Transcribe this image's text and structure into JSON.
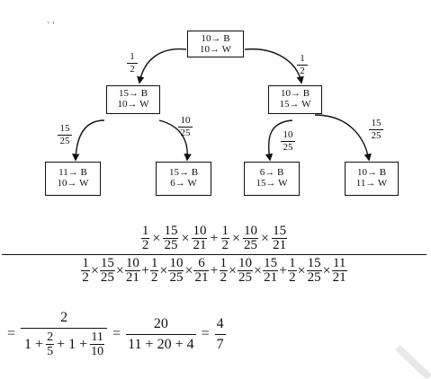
{
  "tree": {
    "root": {
      "line1": "10→ B",
      "line2": "10→ W"
    },
    "left": {
      "line1": "15→ B",
      "line2": "10→ W"
    },
    "right": {
      "line1": "10→ B",
      "line2": "15→ W"
    },
    "ll": {
      "line1": "11→ B",
      "line2": "10→ W"
    },
    "lr": {
      "line1": "15→ B",
      "line2": "6→ W"
    },
    "rl": {
      "line1": "6→ B",
      "line2": "15→ W"
    },
    "rr": {
      "line1": "10→ B",
      "line2": "11→ W"
    },
    "labels": {
      "root_left": {
        "num": "1",
        "den": "2"
      },
      "root_right": {
        "num": "1",
        "den": "2"
      },
      "left_left": {
        "num": "15",
        "den": "25"
      },
      "left_right": {
        "num": "10",
        "den": "25"
      },
      "right_left": {
        "num": "10",
        "den": "25"
      },
      "right_right": {
        "num": "15",
        "den": "25"
      }
    }
  },
  "corner_mark": "` ʼ",
  "equation": {
    "numerator": [
      {
        "n": "1",
        "d": "2"
      },
      "×",
      {
        "n": "15",
        "d": "25"
      },
      "×",
      {
        "n": "10",
        "d": "21"
      },
      "+",
      {
        "n": "1",
        "d": "2"
      },
      "×",
      {
        "n": "10",
        "d": "25"
      },
      "×",
      {
        "n": "15",
        "d": "21"
      }
    ],
    "denominator": [
      {
        "n": "1",
        "d": "2"
      },
      "×",
      {
        "n": "15",
        "d": "25"
      },
      "×",
      {
        "n": "10",
        "d": "21"
      },
      "+",
      {
        "n": "1",
        "d": "2"
      },
      "×",
      {
        "n": "10",
        "d": "25"
      },
      "×",
      {
        "n": "6",
        "d": "21"
      },
      "+",
      {
        "n": "1",
        "d": "2"
      },
      "×",
      {
        "n": "10",
        "d": "25"
      },
      "×",
      {
        "n": "15",
        "d": "21"
      },
      "+",
      {
        "n": "1",
        "d": "2"
      },
      "×",
      {
        "n": "15",
        "d": "25"
      },
      "×",
      {
        "n": "11",
        "d": "21"
      }
    ],
    "line2": {
      "eq1": "=",
      "frac1_num": "2",
      "frac1_den_parts": [
        "1 + ",
        {
          "n": "2",
          "d": "5"
        },
        " + 1 + ",
        {
          "n": "11",
          "d": "10"
        }
      ],
      "eq2": "=",
      "frac2_num": "20",
      "frac2_den": "11 + 20 + 4",
      "eq3": "=",
      "frac3_num": "4",
      "frac3_den": "7"
    }
  },
  "colors": {
    "ink": "#111111",
    "watermark": "#e8e8e8"
  }
}
